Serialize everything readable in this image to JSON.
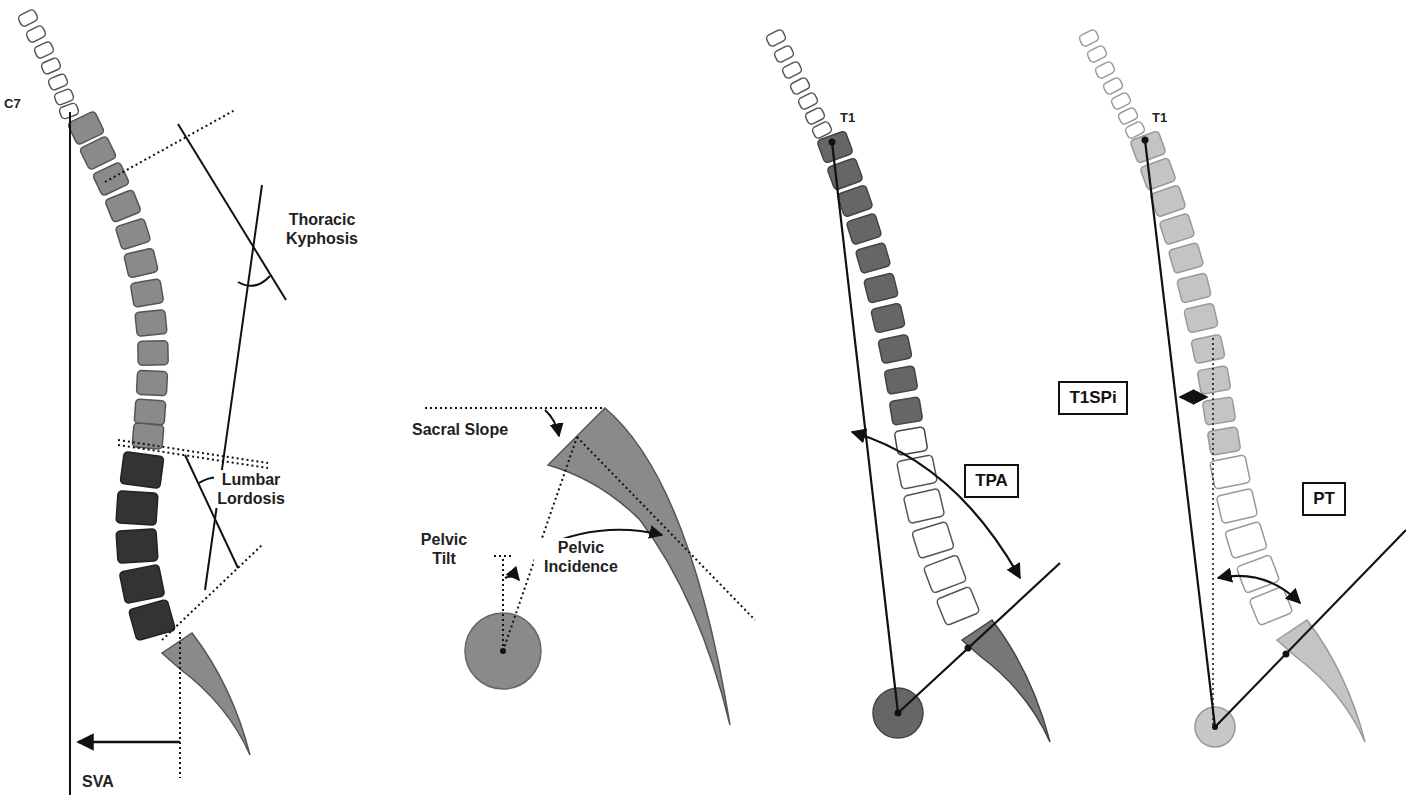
{
  "diagram": {
    "nodes": [
      {
        "text": [
          "TPA"
        ]
      },
      {
        "text": [
          "T1SPi"
        ]
      },
      {
        "text": [
          "PT"
        ]
      }
    ],
    "labels": [
      "C7",
      "Thoracic Kyphosis",
      "Lumbar Lordosis",
      "SVA",
      "Sacral Slope",
      "Pelvic Tilt",
      "Pelvic Incidence",
      "T1",
      "T1"
    ]
  }
}
